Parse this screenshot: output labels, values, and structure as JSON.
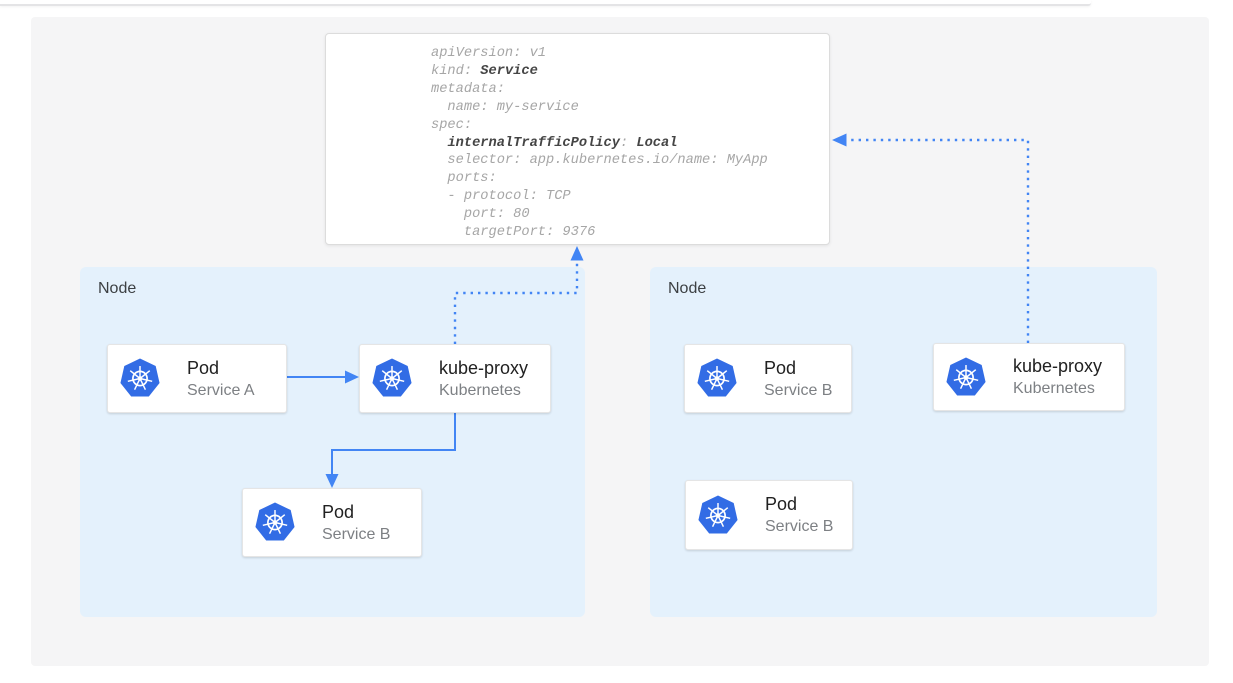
{
  "code_block": {
    "lines": [
      {
        "parts": [
          {
            "t": "apiVersion: v1"
          }
        ]
      },
      {
        "parts": [
          {
            "t": "kind: "
          },
          {
            "t": "Service",
            "b": true
          }
        ]
      },
      {
        "parts": [
          {
            "t": "metadata:"
          }
        ]
      },
      {
        "parts": [
          {
            "t": "  name: my-service"
          }
        ]
      },
      {
        "parts": [
          {
            "t": "spec:"
          }
        ]
      },
      {
        "parts": [
          {
            "t": "  "
          },
          {
            "t": "internalTrafficPolicy",
            "b": true
          },
          {
            "t": ": "
          },
          {
            "t": "Local",
            "b": true
          }
        ]
      },
      {
        "parts": [
          {
            "t": "  selector: app.kubernetes.io/name: MyApp"
          }
        ]
      },
      {
        "parts": [
          {
            "t": "  ports:"
          }
        ]
      },
      {
        "parts": [
          {
            "t": "  - protocol: TCP"
          }
        ]
      },
      {
        "parts": [
          {
            "t": "    port: 80"
          }
        ]
      },
      {
        "parts": [
          {
            "t": "    targetPort: 9376"
          }
        ]
      }
    ]
  },
  "nodes": [
    {
      "label": "Node",
      "cards": [
        {
          "title": "Pod",
          "subtitle": "Service A"
        },
        {
          "title": "kube-proxy",
          "subtitle": "Kubernetes"
        },
        {
          "title": "Pod",
          "subtitle": "Service B"
        }
      ]
    },
    {
      "label": "Node",
      "cards": [
        {
          "title": "Pod",
          "subtitle": "Service B"
        },
        {
          "title": "kube-proxy",
          "subtitle": "Kubernetes"
        },
        {
          "title": "Pod",
          "subtitle": "Service B"
        }
      ]
    }
  ],
  "colors": {
    "arrow_blue": "#4285f4",
    "node_background": "#e4f1fc",
    "kubernetes_blue": "#326ce5",
    "canvas_background": "#f5f5f6",
    "code_regular": "#a6a6a6",
    "code_bold": "#454545"
  }
}
